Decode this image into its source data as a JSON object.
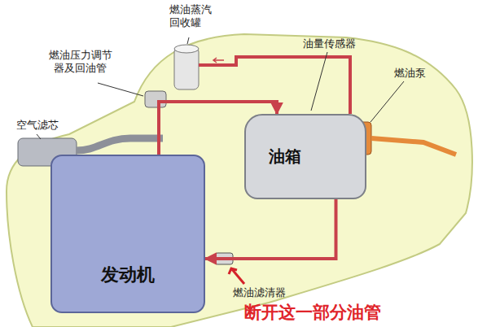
{
  "diagram": {
    "nodes": [
      {
        "text": [
          "油箱"
        ]
      },
      {
        "text": [
          "发动机"
        ]
      }
    ],
    "edges": [
      {
        "from": 0,
        "to": 1,
        "arrow": "to"
      },
      {
        "from": 1,
        "to": 0,
        "arrow": "to"
      }
    ],
    "labels": [
      "燃油蒸汽 回收罐",
      "燃油压力调节 器及回油管",
      "空气滤芯",
      "油量传感器",
      "燃油泵",
      "燃油滤清器",
      "断开这一部分油管"
    ]
  }
}
